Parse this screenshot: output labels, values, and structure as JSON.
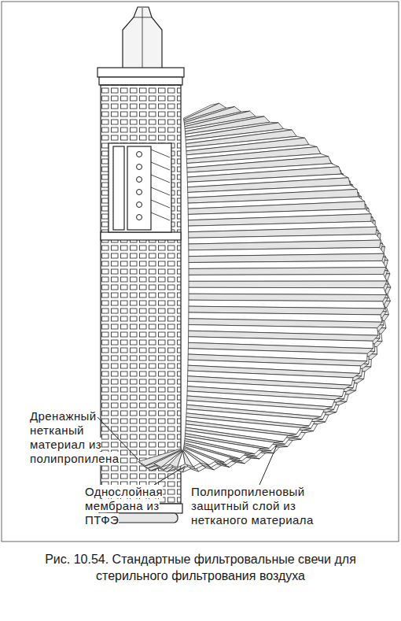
{
  "diagram": {
    "caption": "Рис. 10.54. Стандартные фильтровальные свечи для стерильного фильтрования воздуха",
    "labels": [
      "Дренажный нетканый материал из полипропилена",
      "Однослойная мембрана из ПТФЭ",
      "Полипропиленовый защитный слой из нетканого материала"
    ]
  }
}
